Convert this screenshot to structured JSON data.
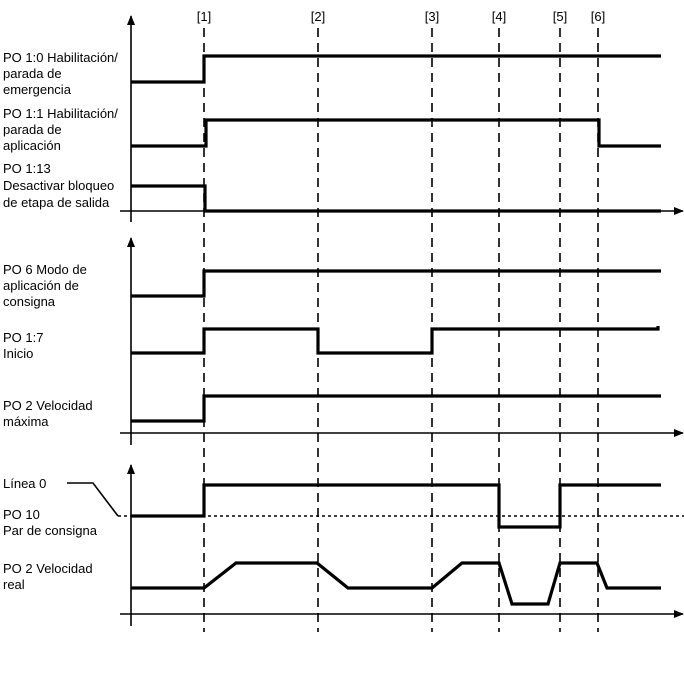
{
  "markers": [
    "[1]",
    "[2]",
    "[3]",
    "[4]",
    "[5]",
    "[6]"
  ],
  "panel1": {
    "po1_0": [
      "PO 1:0 Habilitación/",
      "parada de",
      "emergencia"
    ],
    "po1_1": [
      "PO 1:1 Habilitación/",
      "parada de",
      "aplicación"
    ],
    "po1_13": [
      "PO 1:13",
      "Desactivar bloqueo",
      "de etapa de salida"
    ]
  },
  "panel2": {
    "po6": [
      "PO 6 Modo de",
      "aplicación de",
      "consigna"
    ],
    "po1_7": [
      "PO 1:7",
      "Inicio"
    ],
    "po2": [
      "PO 2 Velocidad",
      "máxima"
    ]
  },
  "panel3": {
    "line0": "Línea 0",
    "po10": [
      "PO 10",
      "Par de consigna"
    ],
    "po2_real": [
      "PO 2 Velocidad",
      "real"
    ]
  }
}
